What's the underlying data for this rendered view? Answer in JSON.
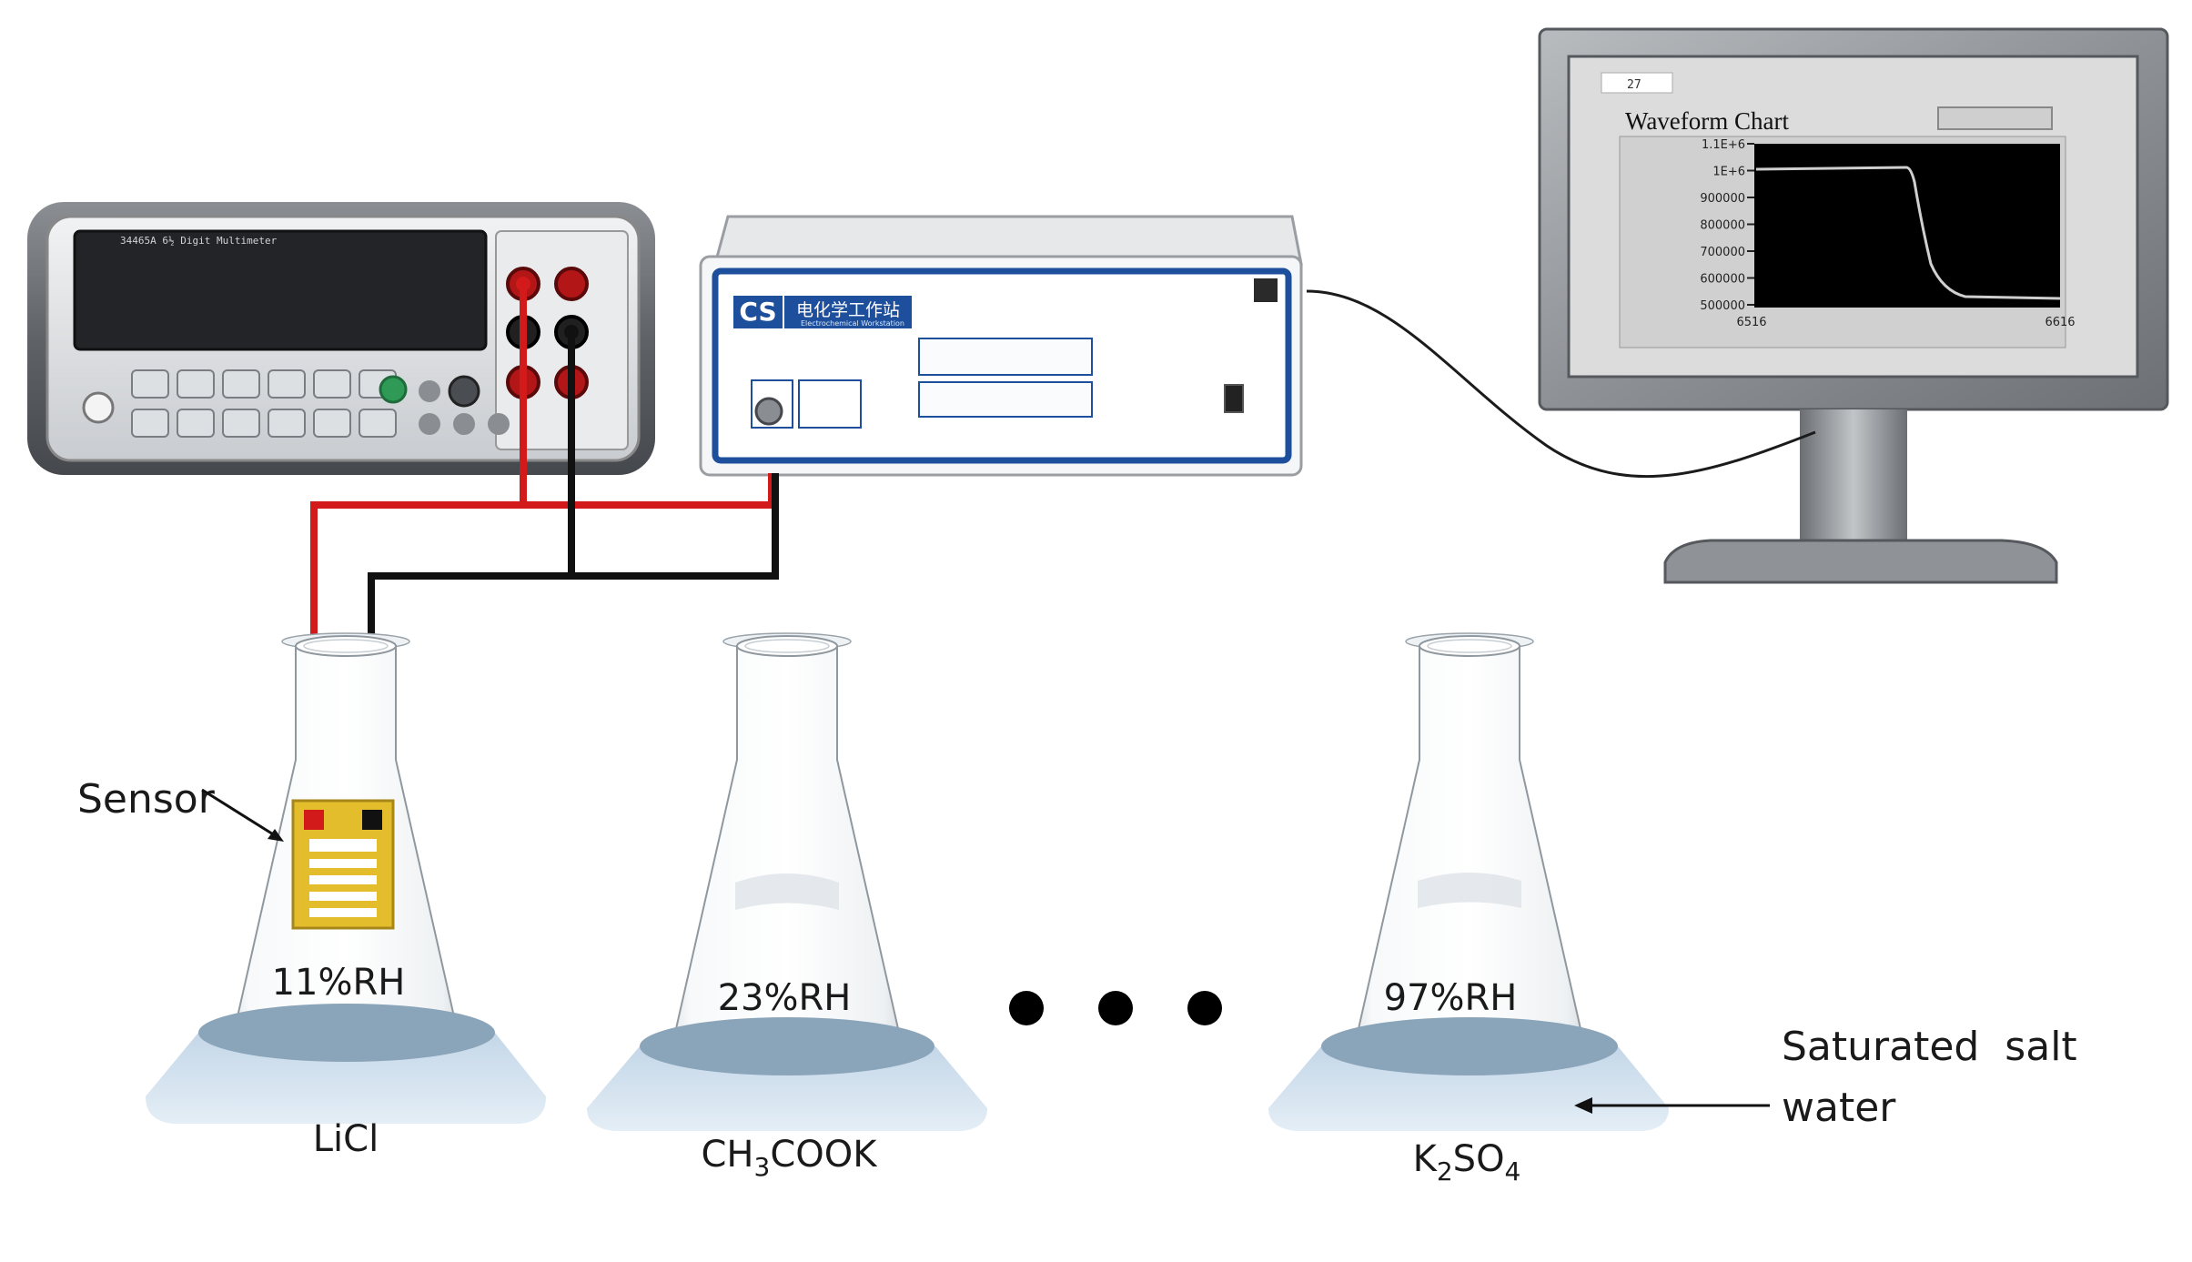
{
  "monitor": {
    "screen_tag": "27",
    "chart_title": "Waveform Chart",
    "y_ticks": [
      "1.1E+6",
      "1E+6",
      "900000",
      "800000",
      "700000",
      "600000",
      "500000"
    ],
    "x_ticks": [
      "6516",
      "6616"
    ]
  },
  "workstation": {
    "brand": "CS",
    "name_cn": "电化学工作站",
    "name_en": "Electrochemical Workstation"
  },
  "multimeter": {
    "model": "34465A 6½ Digit Multimeter"
  },
  "labels": {
    "sensor": "Sensor",
    "saturated_line1": "Saturated  salt",
    "saturated_line2": "water",
    "ellipsis_count": 3
  },
  "flasks": [
    {
      "rh": "11%RH",
      "salt": "LiCl"
    },
    {
      "rh": "23%RH",
      "salt_parts": [
        "CH",
        "3",
        "COOK"
      ]
    },
    {
      "rh": "97%RH",
      "salt_parts": [
        "K",
        "2",
        "SO",
        "4"
      ]
    }
  ],
  "colors": {
    "red_wire": "#d21a1a",
    "black_wire": "#111111",
    "liquid": "#cfe0ee",
    "liquid_top": "#8aa4ba",
    "panel_blue": "#1d4f9c",
    "sensor_gold": "#e3bd2c"
  }
}
